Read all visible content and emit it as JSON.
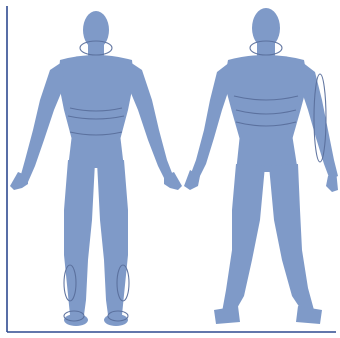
{
  "figure": {
    "figures": [
      {
        "view": "front",
        "id": "front"
      },
      {
        "view": "back",
        "id": "back"
      }
    ],
    "colors": {
      "body": "#7f9ac8",
      "strap": "#5a6f9c",
      "frame": "#2e4a8f",
      "background": "#ffffff"
    }
  }
}
